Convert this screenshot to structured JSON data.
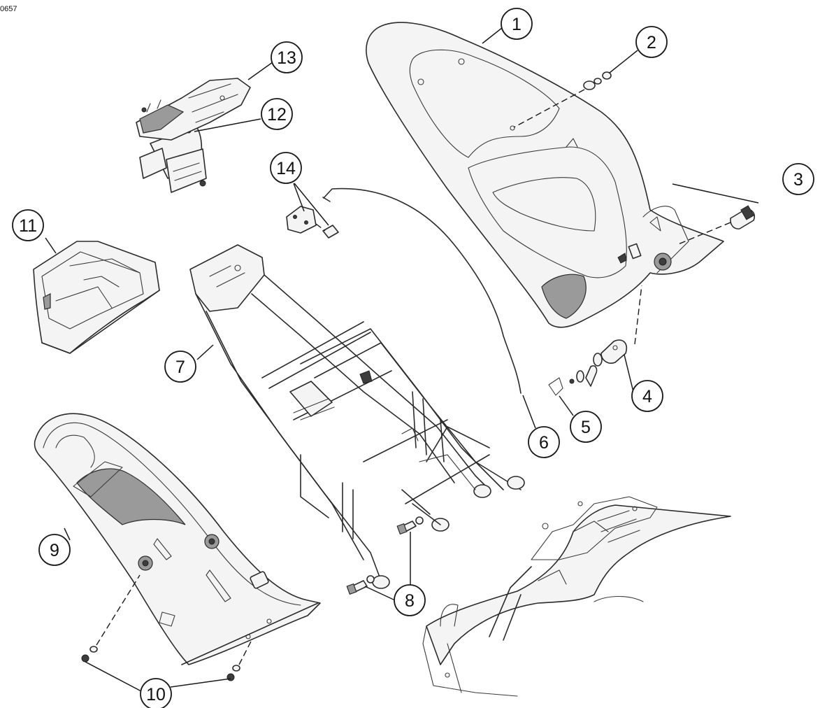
{
  "figure_code": "0657",
  "callouts": [
    {
      "number": "1"
    },
    {
      "number": "2"
    },
    {
      "number": "3"
    },
    {
      "number": "4"
    },
    {
      "number": "5"
    },
    {
      "number": "6"
    },
    {
      "number": "7"
    },
    {
      "number": "8"
    },
    {
      "number": "9"
    },
    {
      "number": "10"
    },
    {
      "number": "11"
    },
    {
      "number": "12"
    },
    {
      "number": "13"
    },
    {
      "number": "14"
    }
  ]
}
